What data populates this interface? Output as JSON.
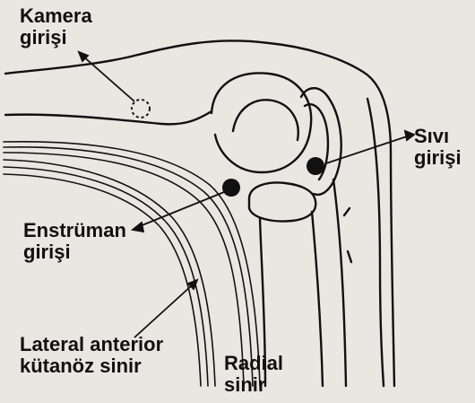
{
  "labels": {
    "camera": {
      "line1": "Kamera",
      "line2": "girişi"
    },
    "fluid": {
      "line1": "Sıvı",
      "line2": "girişi"
    },
    "instrument": {
      "line1": "Enstrüman",
      "line2": "girişi"
    },
    "lateral_nerve": {
      "line1": "Lateral anterior",
      "line2": "kütanöz sinir"
    },
    "radial_nerve": {
      "line1": "Radial",
      "line2": "sinir"
    }
  },
  "colors": {
    "background": "#e9e7e1",
    "ink": "#111111"
  }
}
